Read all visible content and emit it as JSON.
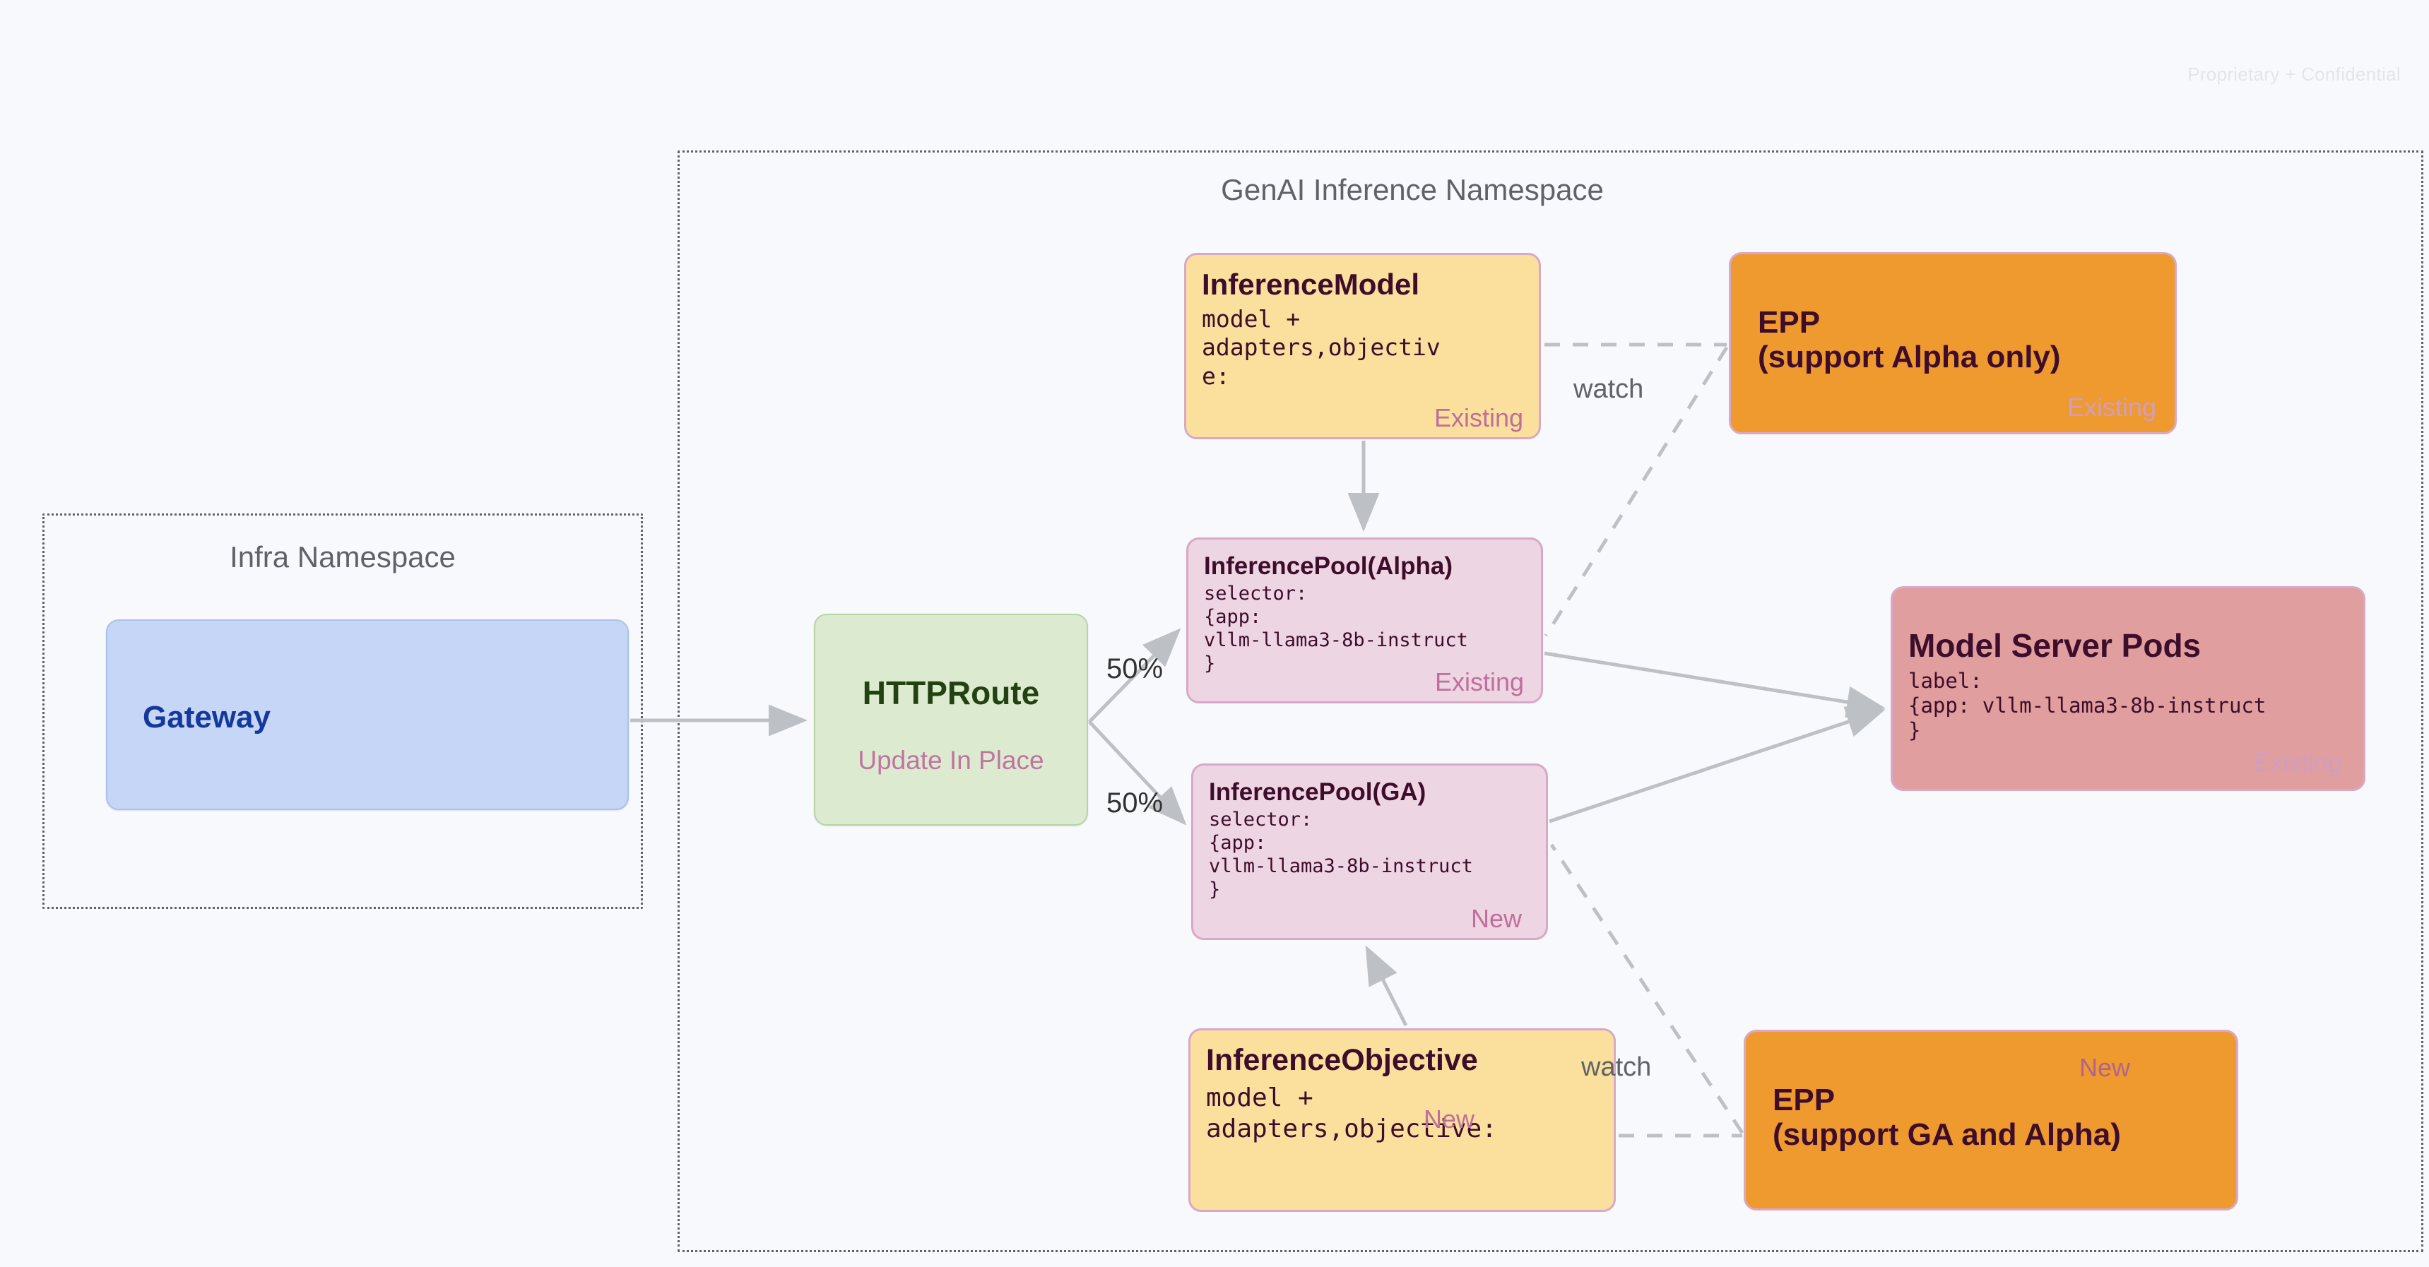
{
  "watermark": "Proprietary + Confidential",
  "namespaces": {
    "infra": {
      "title": "Infra Namespace"
    },
    "genai": {
      "title": "GenAI Inference Namespace"
    }
  },
  "nodes": {
    "gateway": {
      "title": "Gateway"
    },
    "httproute": {
      "title": "HTTPRoute",
      "subtitle": "Update In Place"
    },
    "inference_model": {
      "title": "InferenceModel",
      "body": "model +\nadapters,objectiv\ne:",
      "tag": "Existing"
    },
    "inference_pool_alpha": {
      "title": "InferencePool(Alpha)",
      "body": "selector:\n{app:\nvllm-llama3-8b-instruct\n}",
      "tag": "Existing"
    },
    "inference_pool_ga": {
      "title": "InferencePool(GA)",
      "body": "selector:\n{app:\nvllm-llama3-8b-instruct\n}",
      "tag": "New"
    },
    "inference_objective": {
      "title": "InferenceObjective",
      "body": "model +\nadapters,objective:",
      "tag": "New"
    },
    "epp_alpha": {
      "title": "EPP\n(support Alpha only)",
      "tag": "Existing"
    },
    "epp_ga": {
      "title": "EPP\n(support GA and Alpha)",
      "tag": "New"
    },
    "model_server_pods": {
      "title": "Model Server Pods",
      "body": "label:\n{app: vllm-llama3-8b-instruct\n}",
      "tag": "Existing"
    }
  },
  "edge_labels": {
    "split_top": "50%",
    "split_bottom": "50%",
    "watch_top": "watch",
    "watch_bottom": "watch"
  },
  "colors": {
    "page_background": "#f7f9fc",
    "gateway_fill": "#c5d6f7",
    "gateway_text": "#15389c",
    "httproute_fill": "#dcebd0",
    "httproute_text": "#234212",
    "yellow_fill": "#fae09c",
    "pink_fill": "#eed5e3",
    "orange_fill": "#ef9a2e",
    "red_fill": "#e09e9e",
    "node_border": "#d9a8c6",
    "tag_text": "#bf6f9a",
    "dark_text": "#3d0d2b",
    "edge_stroke": "#bdc1c6",
    "namespace_border": "#5f6368"
  }
}
